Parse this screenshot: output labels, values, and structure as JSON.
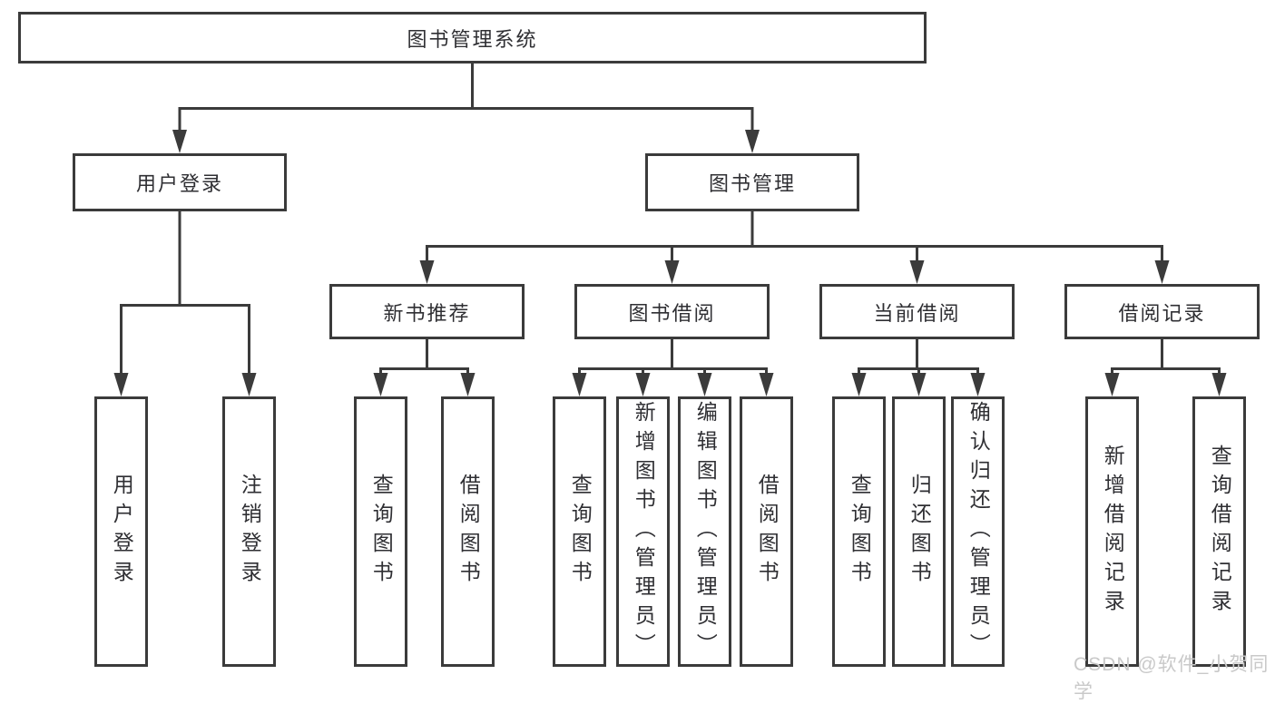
{
  "tree": {
    "root": {
      "label": "图书管理系统",
      "children": [
        {
          "label": "用户登录",
          "children": [
            {
              "label": "用户登录"
            },
            {
              "label": "注销登录"
            }
          ]
        },
        {
          "label": "图书管理",
          "children": [
            {
              "label": "新书推荐",
              "children": [
                {
                  "label": "查询图书"
                },
                {
                  "label": "借阅图书"
                }
              ]
            },
            {
              "label": "图书借阅",
              "children": [
                {
                  "label": "查询图书"
                },
                {
                  "label": "新增图书（管理员）"
                },
                {
                  "label": "编辑图书（管理员）"
                },
                {
                  "label": "借阅图书"
                }
              ]
            },
            {
              "label": "当前借阅",
              "children": [
                {
                  "label": "查询图书"
                },
                {
                  "label": "归还图书"
                },
                {
                  "label": "确认归还（管理员）"
                }
              ]
            },
            {
              "label": "借阅记录",
              "children": [
                {
                  "label": "新增借阅记录"
                },
                {
                  "label": "查询借阅记录"
                }
              ]
            }
          ]
        }
      ]
    }
  },
  "watermark": {
    "text": "CSDN @软件_小贺同学"
  },
  "colors": {
    "line": "#3b3b3b",
    "text": "#2f2f33",
    "background": "#ffffff",
    "watermark": "#c9c9c9"
  }
}
